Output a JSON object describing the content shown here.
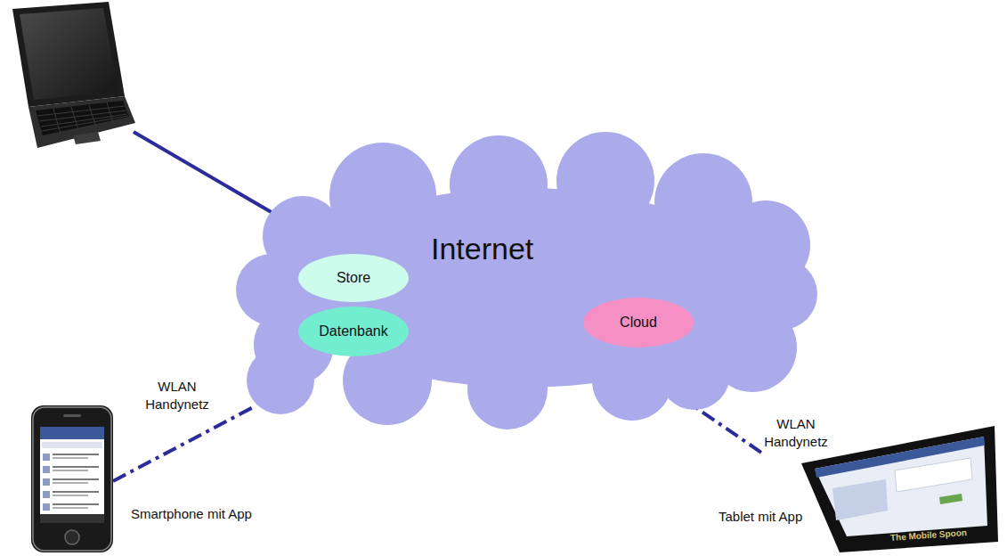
{
  "diagram": {
    "nodes": [
      {
        "text": [
          "Internet"
        ]
      },
      {
        "text": [
          "Store"
        ],
        "in": 0
      },
      {
        "text": [
          "Datenbank"
        ],
        "in": 0
      },
      {
        "text": [
          "Cloud"
        ],
        "in": 0
      },
      {
        "text": [
          "Smartphone mit App"
        ]
      },
      {
        "text": [
          "Tablet mit App"
        ]
      }
    ],
    "edges": [
      {
        "from": 4,
        "to": 0,
        "label": "WLAN Handynetz",
        "arrow": "none"
      },
      {
        "from": 5,
        "to": 0,
        "label": "WLAN Handynetz",
        "arrow": "none"
      }
    ],
    "labels": [
      "The Mobile Spoon"
    ]
  }
}
